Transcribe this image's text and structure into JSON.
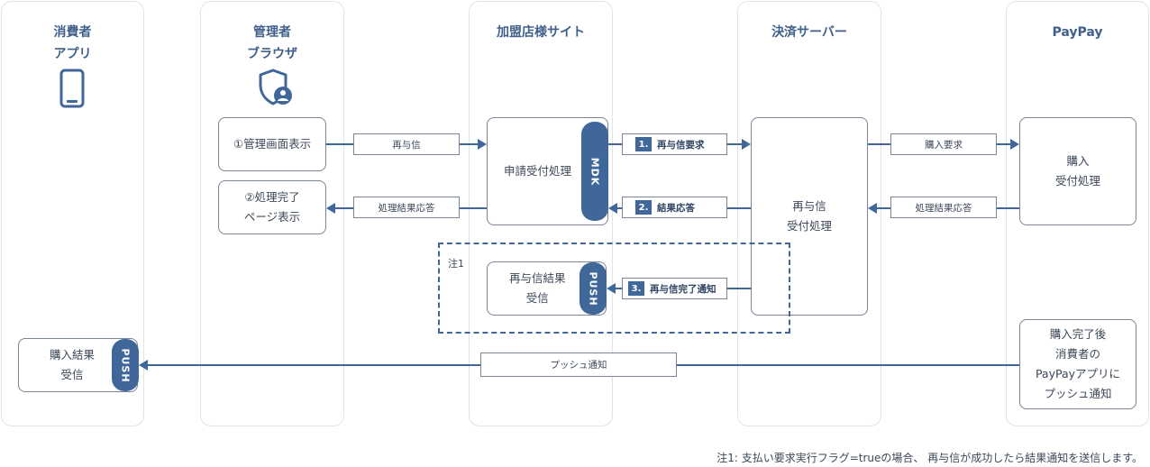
{
  "lanes": {
    "consumer": {
      "title1": "消費者",
      "title2": "アプリ"
    },
    "admin": {
      "title1": "管理者",
      "title2": "ブラウザ"
    },
    "merchant": {
      "title": "加盟店様サイト"
    },
    "payment": {
      "title": "決済サーバー"
    },
    "paypay": {
      "title": "PayPay"
    }
  },
  "icons": {
    "consumer": "smartphone-icon",
    "admin": "shield-user-icon"
  },
  "boxes": {
    "admin_view": "①管理画面表示",
    "admin_result": "②処理完了\nページ表示",
    "merchant_request": "申請受付処理",
    "merchant_push_receive": "再与信結果\n受信",
    "payment_process": "再与信\n受付処理",
    "paypay_purchase": "購入\n受付処理",
    "paypay_complete": "購入完了後\n消費者の\nPayPayアプリに\nプッシュ通知",
    "consumer_receive": "購入結果\n受信"
  },
  "pills": {
    "mdk": "MDK",
    "push_merchant": "PUSH",
    "push_consumer": "PUSH"
  },
  "labels": {
    "resend": "再与信",
    "process_result_admin": "処理結果応答",
    "step1_num": "1.",
    "step1_text": "再与信要求",
    "step2_num": "2.",
    "step2_text": "結果応答",
    "step3_num": "3.",
    "step3_text": "再与信完了通知",
    "purchase_request": "購入要求",
    "process_result_paypay": "処理結果応答",
    "push_notify": "プッシュ通知"
  },
  "note_marker": "注1",
  "footnote": "注1: 支払い要求実行フラグ=trueの場合、 再与信が成功したら結果通知を送信します。",
  "colors": {
    "accent": "#3f679a",
    "lane_border": "#dfe3ea",
    "box_border": "#7a8593",
    "title": "#3f5f8a"
  }
}
